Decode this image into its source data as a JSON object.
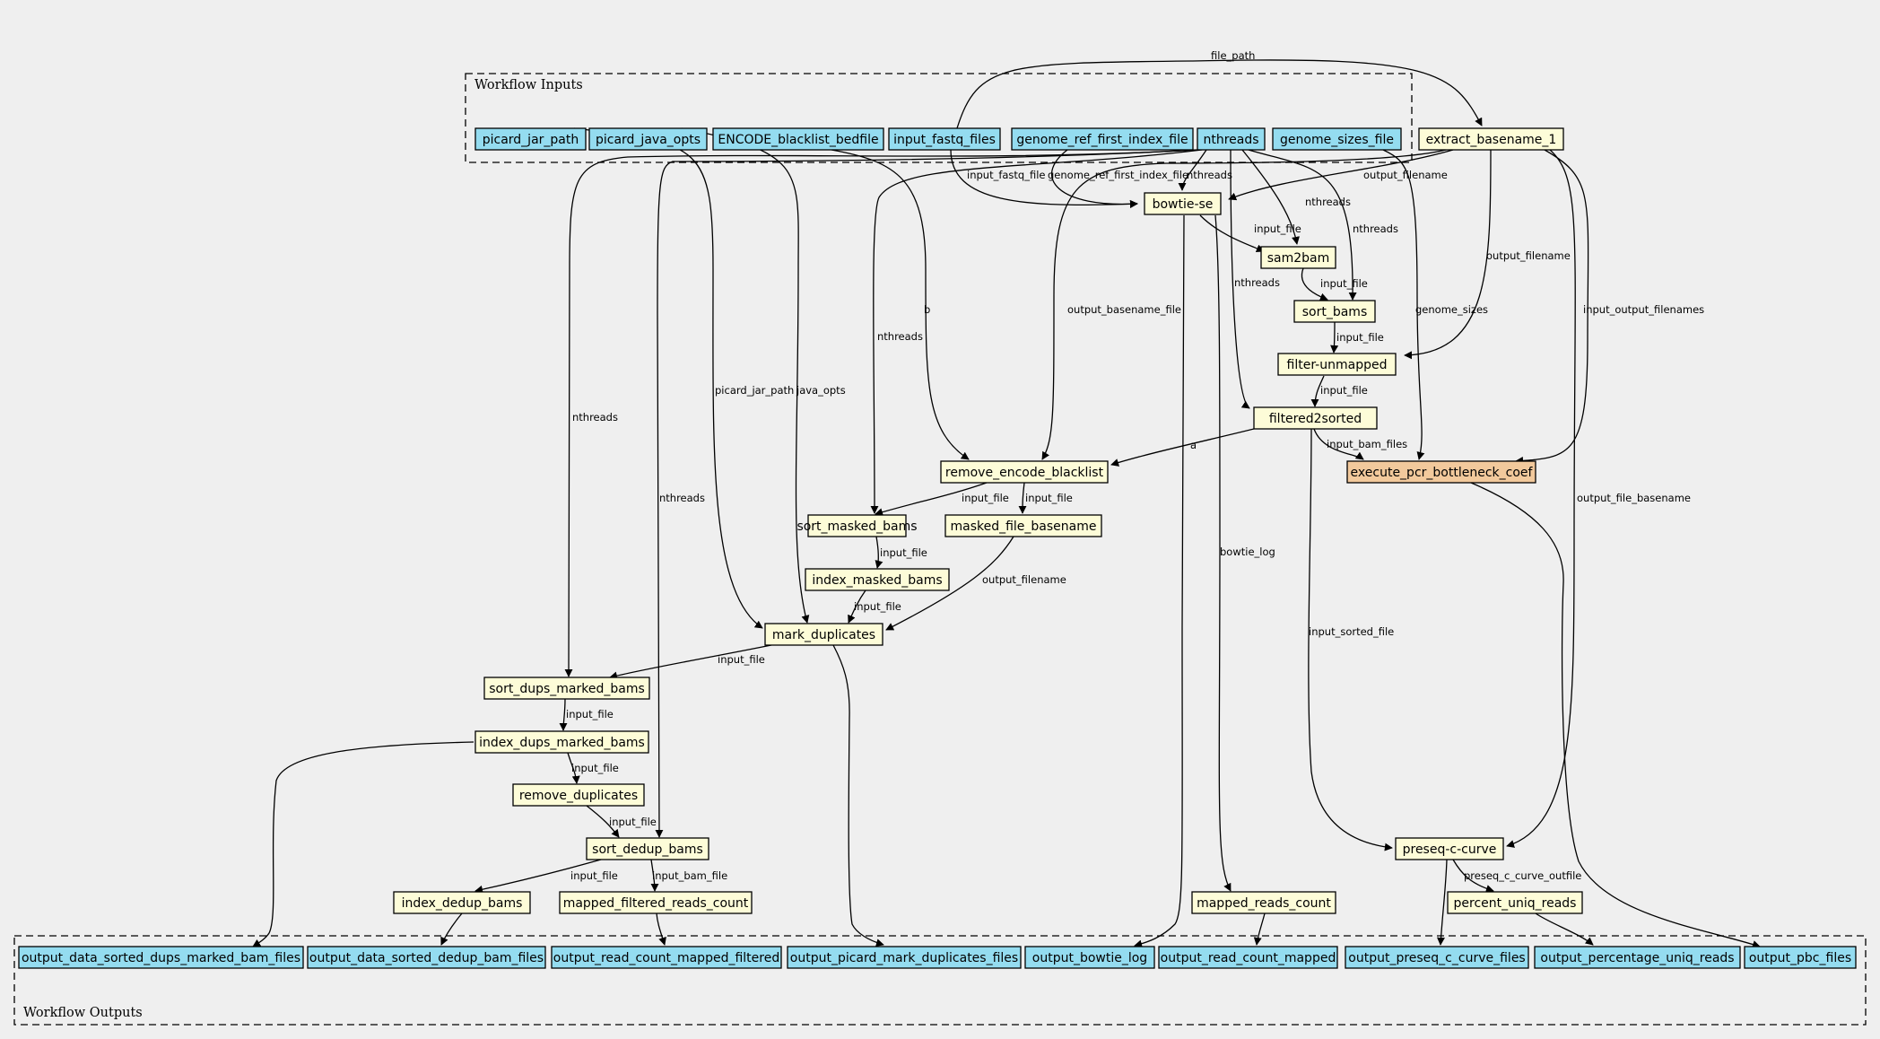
{
  "colors": {
    "background": "#efefef",
    "input": "#94dcf0",
    "output": "#94dcf0",
    "step": "#fdfcd8",
    "highlight": "#f2c99c"
  },
  "clusters": {
    "inputs": "Workflow Inputs",
    "outputs": "Workflow Outputs"
  },
  "nodes": [
    {
      "id": "picard_jar_path",
      "label": "picard_jar_path",
      "kind": "input"
    },
    {
      "id": "picard_java_opts",
      "label": "picard_java_opts",
      "kind": "input"
    },
    {
      "id": "ENCODE_blacklist_bedfile",
      "label": "ENCODE_blacklist_bedfile",
      "kind": "input"
    },
    {
      "id": "input_fastq_files",
      "label": "input_fastq_files",
      "kind": "input"
    },
    {
      "id": "genome_ref_first_index_file",
      "label": "genome_ref_first_index_file",
      "kind": "input"
    },
    {
      "id": "nthreads",
      "label": "nthreads",
      "kind": "input"
    },
    {
      "id": "genome_sizes_file",
      "label": "genome_sizes_file",
      "kind": "input"
    },
    {
      "id": "extract_basename_1",
      "label": "extract_basename_1",
      "kind": "step"
    },
    {
      "id": "bowtie_se",
      "label": "bowtie-se",
      "kind": "step"
    },
    {
      "id": "sam2bam",
      "label": "sam2bam",
      "kind": "step"
    },
    {
      "id": "sort_bams",
      "label": "sort_bams",
      "kind": "step"
    },
    {
      "id": "filter_unmapped",
      "label": "filter-unmapped",
      "kind": "step"
    },
    {
      "id": "filtered2sorted",
      "label": "filtered2sorted",
      "kind": "step"
    },
    {
      "id": "remove_encode_blacklist",
      "label": "remove_encode_blacklist",
      "kind": "step"
    },
    {
      "id": "execute_pcr_bottleneck_coef",
      "label": "execute_pcr_bottleneck_coef",
      "kind": "highlight"
    },
    {
      "id": "sort_masked_bams",
      "label": "sort_masked_bams",
      "kind": "step"
    },
    {
      "id": "masked_file_basename",
      "label": "masked_file_basename",
      "kind": "step"
    },
    {
      "id": "index_masked_bams",
      "label": "index_masked_bams",
      "kind": "step"
    },
    {
      "id": "mark_duplicates",
      "label": "mark_duplicates",
      "kind": "step"
    },
    {
      "id": "sort_dups_marked_bams",
      "label": "sort_dups_marked_bams",
      "kind": "step"
    },
    {
      "id": "index_dups_marked_bams",
      "label": "index_dups_marked_bams",
      "kind": "step"
    },
    {
      "id": "remove_duplicates",
      "label": "remove_duplicates",
      "kind": "step"
    },
    {
      "id": "sort_dedup_bams",
      "label": "sort_dedup_bams",
      "kind": "step"
    },
    {
      "id": "index_dedup_bams",
      "label": "index_dedup_bams",
      "kind": "step"
    },
    {
      "id": "mapped_filtered_reads_count",
      "label": "mapped_filtered_reads_count",
      "kind": "step"
    },
    {
      "id": "mapped_reads_count",
      "label": "mapped_reads_count",
      "kind": "step"
    },
    {
      "id": "preseq_c_curve",
      "label": "preseq-c-curve",
      "kind": "step"
    },
    {
      "id": "percent_uniq_reads",
      "label": "percent_uniq_reads",
      "kind": "step"
    },
    {
      "id": "out_sorted_dups",
      "label": "output_data_sorted_dups_marked_bam_files",
      "kind": "output"
    },
    {
      "id": "out_sorted_dedup",
      "label": "output_data_sorted_dedup_bam_files",
      "kind": "output"
    },
    {
      "id": "out_count_filtered",
      "label": "output_read_count_mapped_filtered",
      "kind": "output"
    },
    {
      "id": "out_picard",
      "label": "output_picard_mark_duplicates_files",
      "kind": "output"
    },
    {
      "id": "out_bowtie_log",
      "label": "output_bowtie_log",
      "kind": "output"
    },
    {
      "id": "out_count_mapped",
      "label": "output_read_count_mapped",
      "kind": "output"
    },
    {
      "id": "out_preseq",
      "label": "output_preseq_c_curve_files",
      "kind": "output"
    },
    {
      "id": "out_pct_uniq",
      "label": "output_percentage_uniq_reads",
      "kind": "output"
    },
    {
      "id": "out_pbc",
      "label": "output_pbc_files",
      "kind": "output"
    }
  ],
  "edges": [
    {
      "from": "input_fastq_files",
      "to": "extract_basename_1",
      "label": "file_path"
    },
    {
      "from": "input_fastq_files",
      "to": "bowtie_se",
      "label": "input_fastq_file"
    },
    {
      "from": "genome_ref_first_index_file",
      "to": "bowtie_se",
      "label": "genome_ref_first_index_file"
    },
    {
      "from": "nthreads",
      "to": "bowtie_se",
      "label": "nthreads"
    },
    {
      "from": "extract_basename_1",
      "to": "bowtie_se",
      "label": "output_filename"
    },
    {
      "from": "bowtie_se",
      "to": "sam2bam",
      "label": "input_file"
    },
    {
      "from": "nthreads",
      "to": "sam2bam",
      "label": "nthreads"
    },
    {
      "from": "sam2bam",
      "to": "sort_bams",
      "label": "input_file"
    },
    {
      "from": "nthreads",
      "to": "sort_bams",
      "label": "nthreads"
    },
    {
      "from": "sort_bams",
      "to": "filter_unmapped",
      "label": "input_file"
    },
    {
      "from": "extract_basename_1",
      "to": "filter_unmapped",
      "label": "output_filename"
    },
    {
      "from": "filter_unmapped",
      "to": "filtered2sorted",
      "label": "input_file"
    },
    {
      "from": "nthreads",
      "to": "filtered2sorted",
      "label": "nthreads"
    },
    {
      "from": "filtered2sorted",
      "to": "remove_encode_blacklist",
      "label": "a"
    },
    {
      "from": "ENCODE_blacklist_bedfile",
      "to": "remove_encode_blacklist",
      "label": "b"
    },
    {
      "from": "extract_basename_1",
      "to": "remove_encode_blacklist",
      "label": "output_basename_file"
    },
    {
      "from": "filtered2sorted",
      "to": "execute_pcr_bottleneck_coef",
      "label": "input_bam_files"
    },
    {
      "from": "genome_sizes_file",
      "to": "execute_pcr_bottleneck_coef",
      "label": "genome_sizes"
    },
    {
      "from": "extract_basename_1",
      "to": "execute_pcr_bottleneck_coef",
      "label": "input_output_filenames"
    },
    {
      "from": "remove_encode_blacklist",
      "to": "sort_masked_bams",
      "label": "input_file"
    },
    {
      "from": "nthreads",
      "to": "sort_masked_bams",
      "label": "nthreads"
    },
    {
      "from": "remove_encode_blacklist",
      "to": "masked_file_basename",
      "label": "input_file"
    },
    {
      "from": "sort_masked_bams",
      "to": "index_masked_bams",
      "label": "input_file"
    },
    {
      "from": "index_masked_bams",
      "to": "mark_duplicates",
      "label": "input_file"
    },
    {
      "from": "masked_file_basename",
      "to": "mark_duplicates",
      "label": "output_filename"
    },
    {
      "from": "picard_jar_path",
      "to": "mark_duplicates",
      "label": "picard_jar_path"
    },
    {
      "from": "picard_java_opts",
      "to": "mark_duplicates",
      "label": "java_opts"
    },
    {
      "from": "mark_duplicates",
      "to": "sort_dups_marked_bams",
      "label": "input_file"
    },
    {
      "from": "nthreads",
      "to": "sort_dups_marked_bams",
      "label": "nthreads"
    },
    {
      "from": "sort_dups_marked_bams",
      "to": "index_dups_marked_bams",
      "label": "input_file"
    },
    {
      "from": "index_dups_marked_bams",
      "to": "remove_duplicates",
      "label": "input_file"
    },
    {
      "from": "remove_duplicates",
      "to": "sort_dedup_bams",
      "label": "input_file"
    },
    {
      "from": "nthreads",
      "to": "sort_dedup_bams",
      "label": "nthreads"
    },
    {
      "from": "sort_dedup_bams",
      "to": "index_dedup_bams",
      "label": "input_file"
    },
    {
      "from": "sort_dedup_bams",
      "to": "mapped_filtered_reads_count",
      "label": "input_bam_file"
    },
    {
      "from": "bowtie_se",
      "to": "mapped_reads_count",
      "label": "bowtie_log"
    },
    {
      "from": "filtered2sorted",
      "to": "preseq_c_curve",
      "label": "input_sorted_file"
    },
    {
      "from": "extract_basename_1",
      "to": "preseq_c_curve",
      "label": "output_file_basename"
    },
    {
      "from": "preseq_c_curve",
      "to": "percent_uniq_reads",
      "label": "preseq_c_curve_outfile"
    },
    {
      "from": "index_dups_marked_bams",
      "to": "out_sorted_dups",
      "label": ""
    },
    {
      "from": "index_dedup_bams",
      "to": "out_sorted_dedup",
      "label": ""
    },
    {
      "from": "mapped_filtered_reads_count",
      "to": "out_count_filtered",
      "label": ""
    },
    {
      "from": "mark_duplicates",
      "to": "out_picard",
      "label": ""
    },
    {
      "from": "bowtie_se",
      "to": "out_bowtie_log",
      "label": ""
    },
    {
      "from": "mapped_reads_count",
      "to": "out_count_mapped",
      "label": ""
    },
    {
      "from": "preseq_c_curve",
      "to": "out_preseq",
      "label": ""
    },
    {
      "from": "percent_uniq_reads",
      "to": "out_pct_uniq",
      "label": ""
    },
    {
      "from": "execute_pcr_bottleneck_coef",
      "to": "out_pbc",
      "label": ""
    }
  ]
}
